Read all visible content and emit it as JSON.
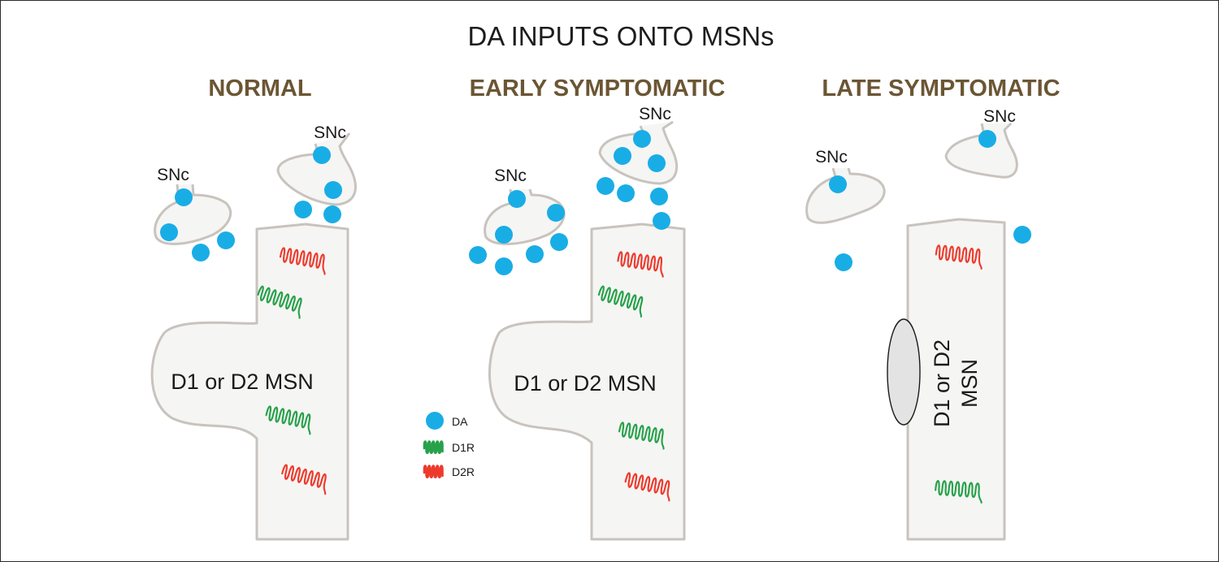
{
  "title": "DA INPUTS ONTO MSNs",
  "panels": [
    {
      "title": "NORMAL",
      "snc_labels": [
        "SNc",
        "SNc"
      ],
      "msn_label": "D1 or D2 MSN"
    },
    {
      "title": "EARLY SYMPTOMATIC",
      "snc_labels": [
        "SNc",
        "SNc"
      ],
      "msn_label": "D1 or D2 MSN"
    },
    {
      "title": "LATE SYMPTOMATIC",
      "snc_labels": [
        "SNc",
        "SNc"
      ],
      "msn_label_lines": [
        "D1 or D2",
        "MSN"
      ]
    }
  ],
  "legend": {
    "da": "DA",
    "d1r": "D1R",
    "d2r": "D2R"
  },
  "colors": {
    "dopamine": "#19ade6",
    "d1_receptor": "#27a14a",
    "d2_receptor": "#ee3a2c",
    "title_brown": "#6b5634",
    "cell_fill": "#f5f5f4",
    "cell_stroke": "#c8c3bd"
  }
}
